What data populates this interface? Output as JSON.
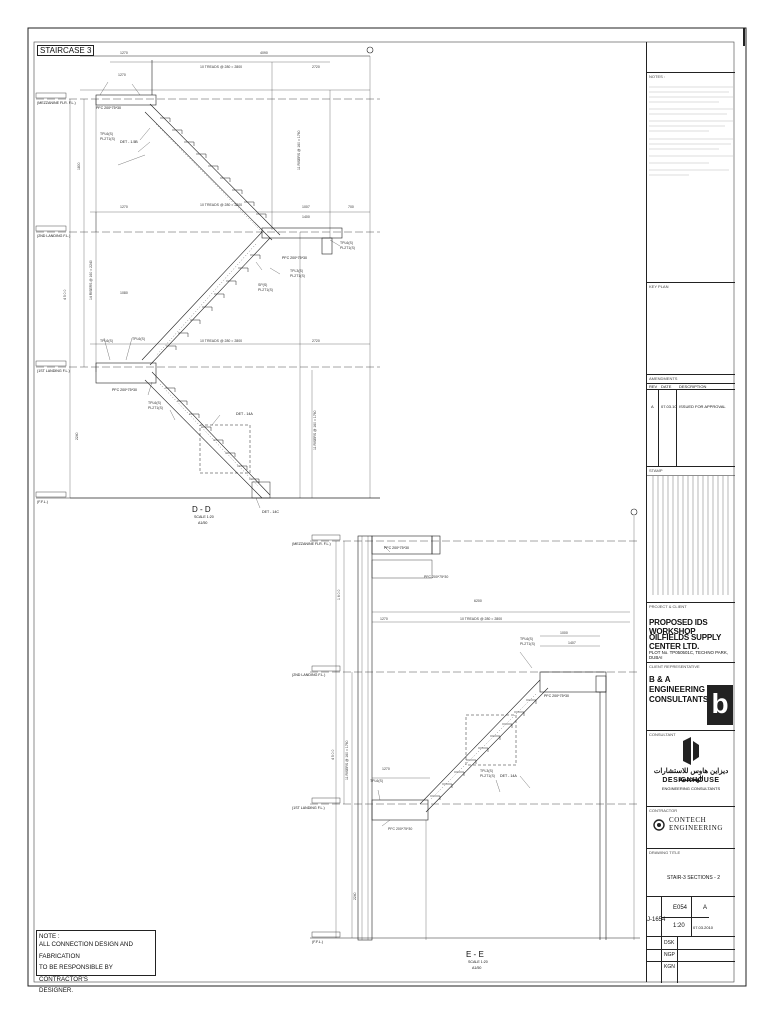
{
  "sheet_title_tag": "STAIRCASE 3",
  "section_dd": {
    "title": "D - D",
    "scale": "SCALE 1:20",
    "size": "A1/50",
    "levels": [
      "(MEZZANINE FLR. F.L.)",
      "(2ND LANDING F.L.)",
      "(1ST LANDING F.L.)",
      "(F.F.L.)"
    ],
    "treads": "10 TREADS @ 280 = 2800",
    "dims_top": [
      "1270",
      "4090"
    ],
    "labels": [
      "TPL6(S) PL2T1(S)",
      "PFC 200*75*30",
      "DET - 1.5B",
      "TPL3(S) PL2T1(S) TYP.",
      "SP(S) PL2T1(S) TYP.",
      "DET - 14A",
      "DET - 14C"
    ]
  },
  "section_ee": {
    "title": "E - E",
    "scale": "SCALE 1:20",
    "size": "A1/50",
    "levels": [
      "(MEZZANINE FLR. F.L.)",
      "(2ND LANDING F.L.)",
      "(1ST LANDING F.L.)",
      "(F.F.L.)"
    ],
    "treads": "10 TREADS @ 280 = 2800",
    "labels": [
      "PFC 200*75*30",
      "PFC 200*75*30",
      "TPL3(S) PL2T1(S)",
      "TPL3(S) PL2T1(S)",
      "DET - 14A",
      "PFC 200*75*30"
    ]
  },
  "note": {
    "line1": "NOTE :",
    "line2": "ALL CONNECTION DESIGN AND FABRICATION",
    "line3": "TO BE RESPONSIBLE BY CONTRACTOR'S",
    "line4": "DESIGNER."
  },
  "title_block": {
    "notes_hd": "NOTES :",
    "key_plan_hd": "KEY PLAN",
    "amendments_hd": "AMENDMENTS",
    "amend_cols": [
      "REV",
      "DATE",
      "DESCRIPTION"
    ],
    "amend_row": [
      "A",
      "07.03.10",
      "ISSUED FOR APPROVAL"
    ],
    "stamp_hd": "STAMP",
    "project_hd": "PROJECT & CLIENT",
    "project_line1": "PROPOSED IDS WORKSHOP",
    "project_line2": "OILFIELDS SUPPLY CENTER LTD.",
    "project_line3": "PLOT No. TP050501C, TECHNO PARK, DUBAI",
    "client_rep_hd": "CLIENT REPRESENTATIVE",
    "consultant_name": "B & A ENGINEERING CONSULTANTS",
    "consultant_logo": "b",
    "consultant_hd": "CONSULTANT",
    "consultant2_ar": "ديزاين هاوس للاستشارات الهندسية",
    "consultant2_en": "DESIGNHOUSE",
    "consultant2_sub": "ENGINEERING CONSULTANTS",
    "contractor_hd": "CONTRACTOR",
    "contractor_name": "CONTECH ENGINEERING",
    "drawing_title_hd": "DRAWING TITLE",
    "drawing_title": "STAIR-3 SECTIONS - 2",
    "job_no": "J-1654",
    "drawing_no": "E054",
    "revision": "A",
    "scale": "1:20",
    "date": "07.03.2010",
    "designed_by": "DSK",
    "drawn_by": "NGP",
    "checked_by": "KGN"
  }
}
